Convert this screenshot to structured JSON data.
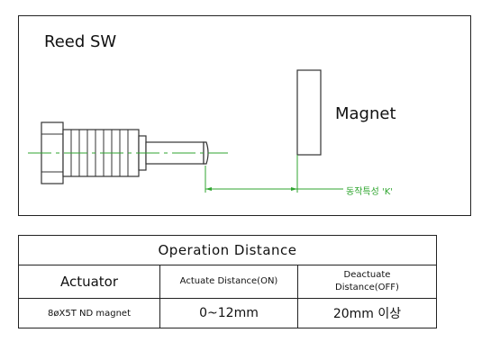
{
  "diagram": {
    "title": "Reed SW",
    "magnet_label": "Magnet",
    "distance_label": "동작특성 'K'",
    "colors": {
      "line": "#333333",
      "centerline": "#2fa52f"
    }
  },
  "table": {
    "header": "Operation Distance",
    "columns": {
      "actuator": "Actuator",
      "actuate": "Actuate Distance(ON)",
      "deactuate_line1": "Deactuate",
      "deactuate_line2": "Distance(OFF)"
    },
    "row": {
      "actuator": "8øX5T ND magnet",
      "on": "0~12mm",
      "off": "20mm 이상"
    }
  }
}
